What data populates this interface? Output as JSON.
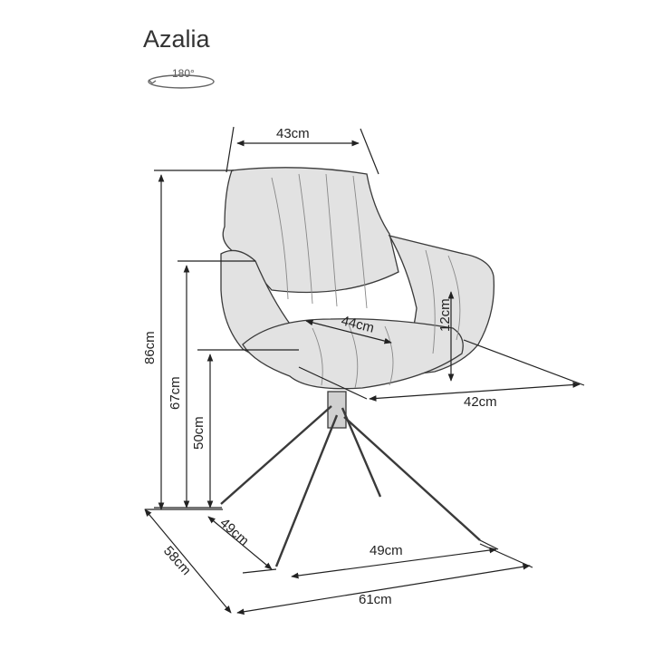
{
  "product": {
    "name": "Azalia"
  },
  "rotation": {
    "label": "180°"
  },
  "dimensions": {
    "back_width": "43cm",
    "seat_diagonal": "44cm",
    "armrest_height": "12cm",
    "seat_depth": "42cm",
    "total_height": "86cm",
    "arm_height": "67cm",
    "seat_height": "50cm",
    "base_depth": "49cm",
    "base_width": "49cm",
    "overall_depth": "58cm",
    "overall_width": "61cm"
  },
  "colors": {
    "chair_fill": "#e2e2e2",
    "outline": "#3a3a3a",
    "dimension_line": "#222222"
  }
}
